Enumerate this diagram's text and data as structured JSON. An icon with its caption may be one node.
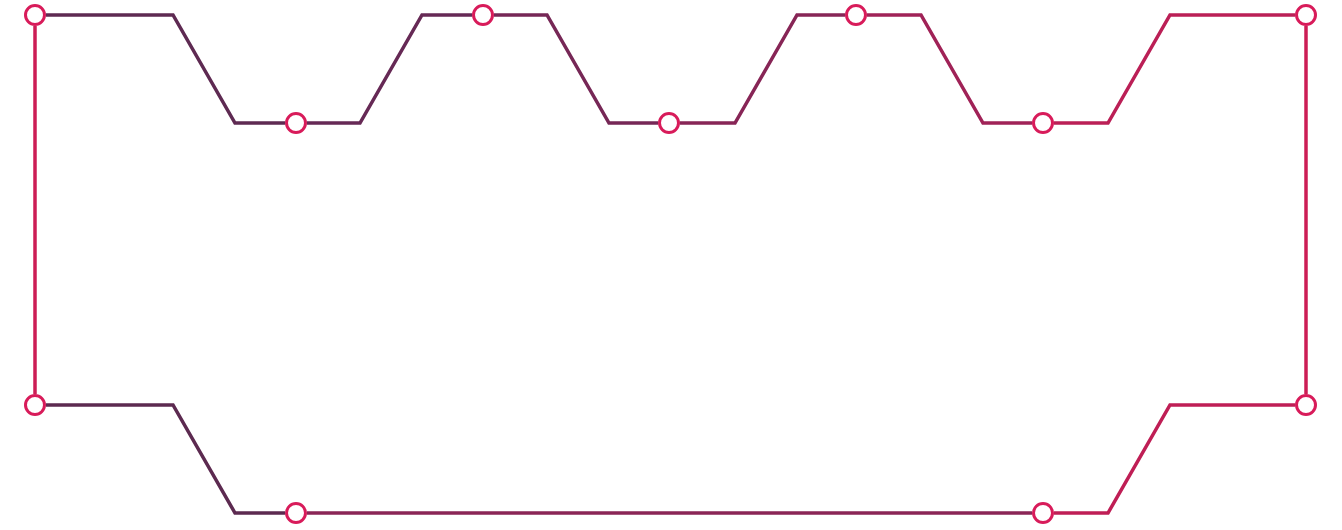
{
  "diagram": {
    "nodes": [
      {
        "text": [],
        "shape": "circle"
      },
      {
        "text": [],
        "shape": "circle"
      },
      {
        "text": [],
        "shape": "circle"
      },
      {
        "text": [],
        "shape": "circle"
      },
      {
        "text": [],
        "shape": "circle"
      },
      {
        "text": [],
        "shape": "circle"
      },
      {
        "text": [],
        "shape": "circle"
      },
      {
        "text": [],
        "shape": "circle"
      },
      {
        "text": [],
        "shape": "circle"
      },
      {
        "text": [],
        "shape": "circle"
      },
      {
        "text": [],
        "shape": "circle"
      }
    ],
    "edges": [
      {
        "from": 0,
        "to": 4,
        "arrow": "none",
        "color": "#5e2a52"
      },
      {
        "from": 4,
        "to": 1,
        "arrow": "none",
        "color": "#662955"
      },
      {
        "from": 1,
        "to": 5,
        "arrow": "none",
        "color": "#762756"
      },
      {
        "from": 5,
        "to": 2,
        "arrow": "none",
        "color": "#872556"
      },
      {
        "from": 2,
        "to": 6,
        "arrow": "none",
        "color": "#a02257"
      },
      {
        "from": 6,
        "to": 3,
        "arrow": "none",
        "color": "#bb1f56"
      },
      {
        "from": 3,
        "to": 8,
        "arrow": "none",
        "color": "#cc1d55"
      },
      {
        "from": 8,
        "to": 10,
        "arrow": "none",
        "color": "#bf1e55"
      },
      {
        "from": 10,
        "to": 9,
        "arrow": "none",
        "color": "#8a2556"
      },
      {
        "from": 9,
        "to": 7,
        "arrow": "none",
        "color": "#5c2a50"
      },
      {
        "from": 7,
        "to": 0,
        "arrow": "none",
        "color": "#cc1d55"
      }
    ]
  }
}
